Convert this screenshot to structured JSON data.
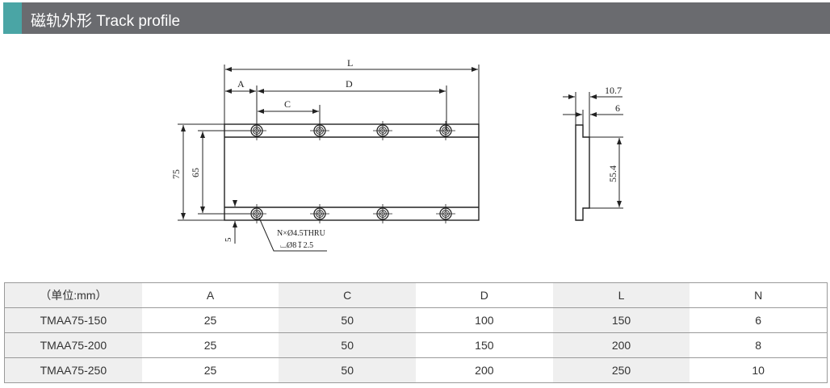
{
  "header": {
    "title": "磁轨外形  Track profile",
    "accent_color": "#4aa5a5",
    "bar_color": "#6a6b6f"
  },
  "drawing": {
    "front": {
      "L": "L",
      "A": "A",
      "D": "D",
      "C": "C",
      "h75": "75",
      "h65": "65",
      "h5": "5",
      "hole_note": "N×Ø4.5THRU",
      "counterbore_note": "⌴Ø8↧2.5"
    },
    "side": {
      "w107": "10.7",
      "w6": "6",
      "h554": "55.4"
    }
  },
  "table": {
    "headers": [
      "（单位:mm）",
      "A",
      "C",
      "D",
      "L",
      "N"
    ],
    "rows": [
      [
        "TMAA75-150",
        "25",
        "50",
        "100",
        "150",
        "6"
      ],
      [
        "TMAA75-200",
        "25",
        "50",
        "150",
        "200",
        "8"
      ],
      [
        "TMAA75-250",
        "25",
        "50",
        "200",
        "250",
        "10"
      ]
    ]
  }
}
